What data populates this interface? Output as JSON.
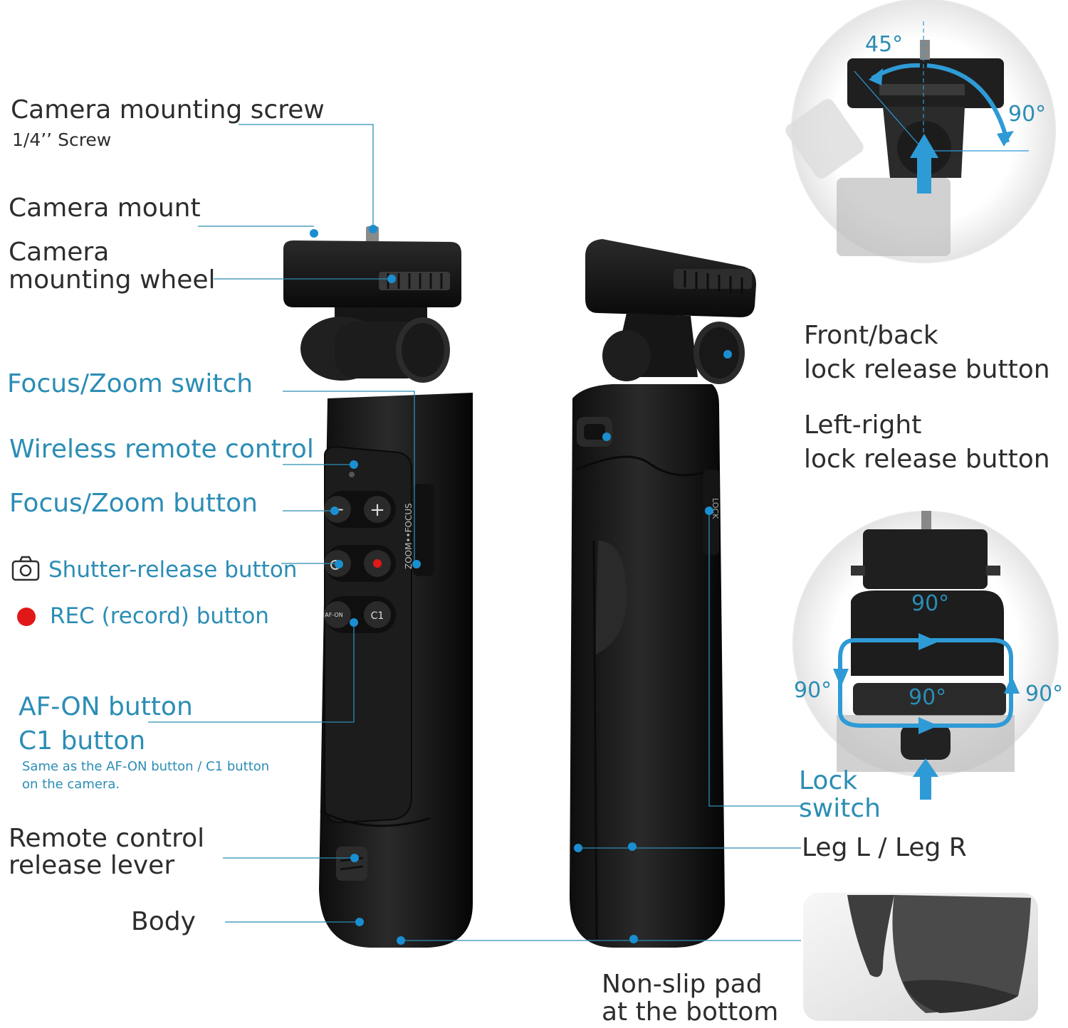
{
  "labels": {
    "camera_mounting_screw": "Camera mounting screw",
    "screw_size": "1/4’’ Screw",
    "camera_mount": "Camera mount",
    "camera_mounting_wheel_line1": "Camera",
    "camera_mounting_wheel_line2": "mounting wheel",
    "focus_zoom_switch": "Focus/Zoom switch",
    "wireless_remote": "Wireless remote control",
    "focus_zoom_button": "Focus/Zoom button",
    "shutter_release": "Shutter-release button",
    "rec_button": "REC (record) button",
    "af_on_button": "AF-ON button",
    "c1_button": "C1 button",
    "af_c1_note_line1": "Same as the AF-ON button / C1 button",
    "af_c1_note_line2": "on the camera.",
    "remote_release_line1": "Remote control",
    "remote_release_line2": "release lever",
    "body": "Body",
    "front_back_line1": "Front/back",
    "front_back_line2": "lock release button",
    "left_right_line1": "Left-right",
    "left_right_line2": "lock release button",
    "lock_switch_line1": "Lock",
    "lock_switch_line2": "switch",
    "legs": "Leg L / Leg R",
    "non_slip_line1": "Non-slip pad",
    "non_slip_line2": "at the bottom"
  },
  "angles": {
    "tilt_small": "45°",
    "tilt_large": "90°",
    "rot_top": "90°",
    "rot_left": "90°",
    "rot_right": "90°",
    "rot_bottom": "90°"
  },
  "remote_buttons": {
    "minus": "−",
    "plus": "+",
    "af_on": "AF-ON",
    "c1": "C1",
    "switch_text": "ZOOM••FOCUS",
    "lock_text": "LOCK"
  },
  "colors": {
    "accent_blue": "#2b8db5",
    "arrow_blue": "#2e9bd6",
    "rec_red": "#e01818",
    "device_black": "#1b1b1b"
  }
}
